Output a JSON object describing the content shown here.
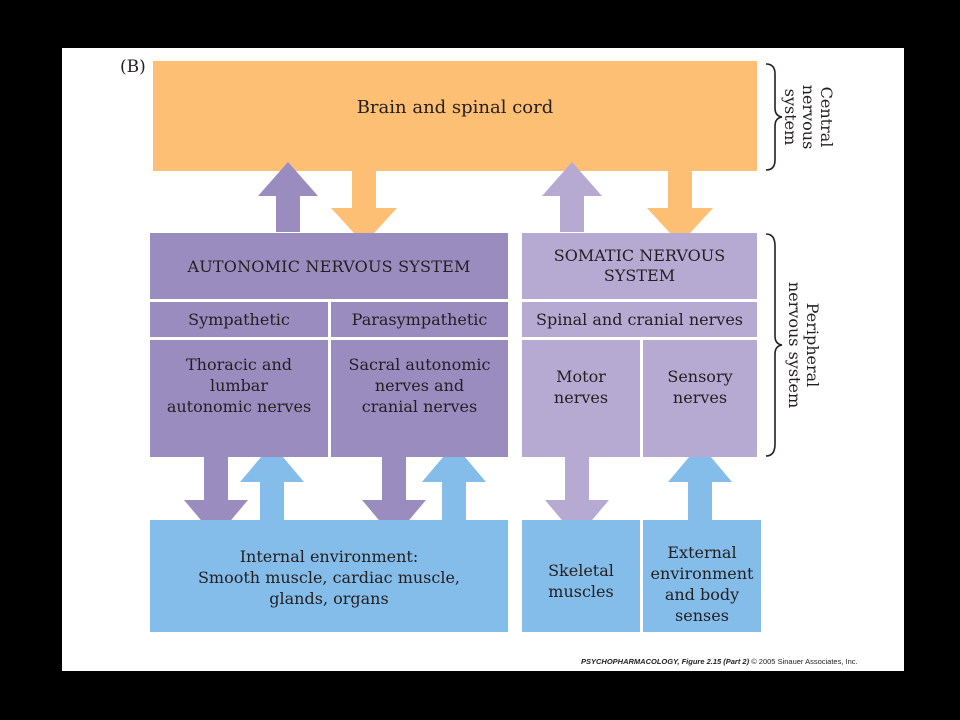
{
  "panel_label": "(B)",
  "cns": {
    "box": "Brain and spinal cord",
    "bracket_label": [
      "Central",
      "nervous",
      "system"
    ]
  },
  "pns": {
    "bracket_label": [
      "Peripheral",
      "nervous system"
    ]
  },
  "autonomic": {
    "title": "AUTONOMIC NERVOUS SYSTEM",
    "sympathetic": "Sympathetic",
    "parasympathetic": "Parasympathetic",
    "sympathetic_nerves": [
      "Thoracic and",
      "lumbar",
      "autonomic nerves"
    ],
    "parasympathetic_nerves": [
      "Sacral autonomic",
      "nerves and",
      "cranial nerves"
    ]
  },
  "somatic": {
    "title": [
      "SOMATIC NERVOUS",
      "SYSTEM"
    ],
    "spinal": "Spinal and cranial nerves",
    "motor": [
      "Motor",
      "nerves"
    ],
    "sensory": [
      "Sensory",
      "nerves"
    ]
  },
  "internal": [
    "Internal environment:",
    "Smooth muscle, cardiac muscle,",
    "glands, organs"
  ],
  "skeletal": [
    "Skeletal",
    "muscles"
  ],
  "external": [
    "External",
    "environment",
    "and body",
    "senses"
  ],
  "footer": {
    "source": "PSYCHOPHARMACOLOGY, Figure 2.15 (Part 2)",
    "copyright": "© 2005 Sinauer Associates, Inc."
  },
  "colors": {
    "cns": "#fcbf74",
    "autonomic": "#9a8cbf",
    "somatic": "#b6aad3",
    "environment": "#84bde9",
    "arrow_orange": "#fcbf74",
    "arrow_purple": "#9a8cbf",
    "arrow_blue": "#84bde9"
  }
}
